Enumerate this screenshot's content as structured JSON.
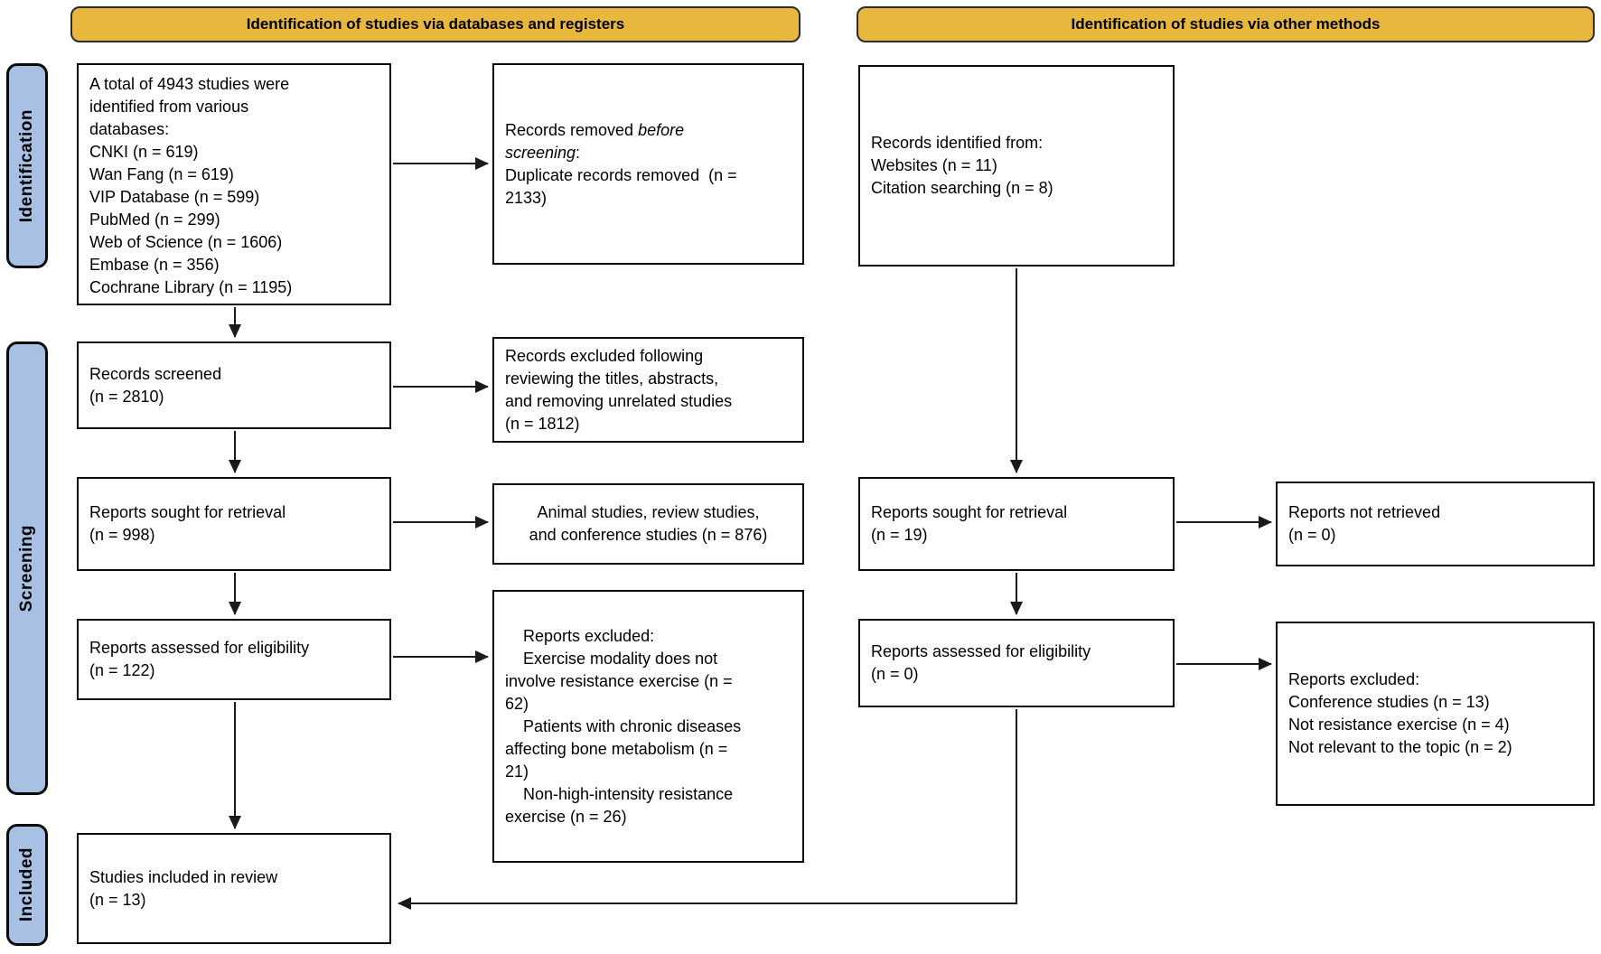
{
  "colors": {
    "banner_fill": "#E8B83E",
    "banner_border": "#2b2b2b",
    "stage_fill": "#A7C0E4",
    "box_border": "#0a0a0a",
    "box_fill": "#ffffff",
    "arrow": "#1a1a1a",
    "background": "#ffffff"
  },
  "banners": {
    "databases": "Identification of studies via databases and registers",
    "other_methods": "Identification of studies via other methods"
  },
  "stages": {
    "identification": "Identification",
    "screening": "Screening",
    "included": "Included"
  },
  "boxes": {
    "identified_databases": {
      "lines": [
        "A total of 4943 studies were",
        "identified from various",
        "databases:",
        "CNKI (n = 619)",
        "Wan Fang (n = 619)",
        "VIP Database (n = 599)",
        "PubMed (n = 299)",
        "Web of Science (n = 1606)",
        "Embase (n = 356)",
        "Cochrane Library (n = 1195)"
      ]
    },
    "records_removed": {
      "line1_normal": "Records removed ",
      "line1_italic": "before",
      "line2_italic": "screening",
      "line2_normal": ":",
      "line3": "Duplicate records removed  (n =",
      "line4": "2133)"
    },
    "records_identified_other": {
      "lines": [
        "Records identified from:",
        "Websites (n = 11)",
        "Citation searching (n = 8)"
      ]
    },
    "records_screened": {
      "lines": [
        "Records screened",
        "(n = 2810)"
      ]
    },
    "records_excluded": {
      "lines": [
        "Records excluded following",
        "reviewing the titles, abstracts,",
        "and removing unrelated studies",
        "(n = 1812)"
      ]
    },
    "reports_sought": {
      "lines": [
        "Reports sought for retrieval",
        "(n = 998)"
      ]
    },
    "animal_review_conference": {
      "lines": [
        "Animal studies, review studies,",
        "and conference studies (n = 876)"
      ]
    },
    "reports_assessed": {
      "lines": [
        "Reports assessed for eligibility",
        "(n = 122)"
      ]
    },
    "reports_excluded_reasons": {
      "lines": [
        "    Reports excluded:",
        "    Exercise modality does not",
        "involve resistance exercise (n =",
        "62)",
        "    Patients with chronic diseases",
        "affecting bone metabolism (n =",
        "21)",
        "    Non-high-intensity resistance",
        "exercise (n = 26)"
      ]
    },
    "studies_included": {
      "lines": [
        "Studies included in review",
        "(n = 13)"
      ]
    },
    "reports_sought_other": {
      "lines": [
        "Reports sought for retrieval",
        "(n = 19)"
      ]
    },
    "reports_not_retrieved_other": {
      "lines": [
        "Reports not retrieved",
        "(n = 0)"
      ]
    },
    "reports_assessed_other": {
      "lines": [
        "Reports assessed for eligibility",
        "(n = 0)"
      ]
    },
    "reports_excluded_other": {
      "lines": [
        "Reports excluded:",
        "Conference studies (n = 13)",
        "Not resistance exercise (n = 4)",
        "Not relevant to the topic (n = 2)"
      ]
    }
  }
}
